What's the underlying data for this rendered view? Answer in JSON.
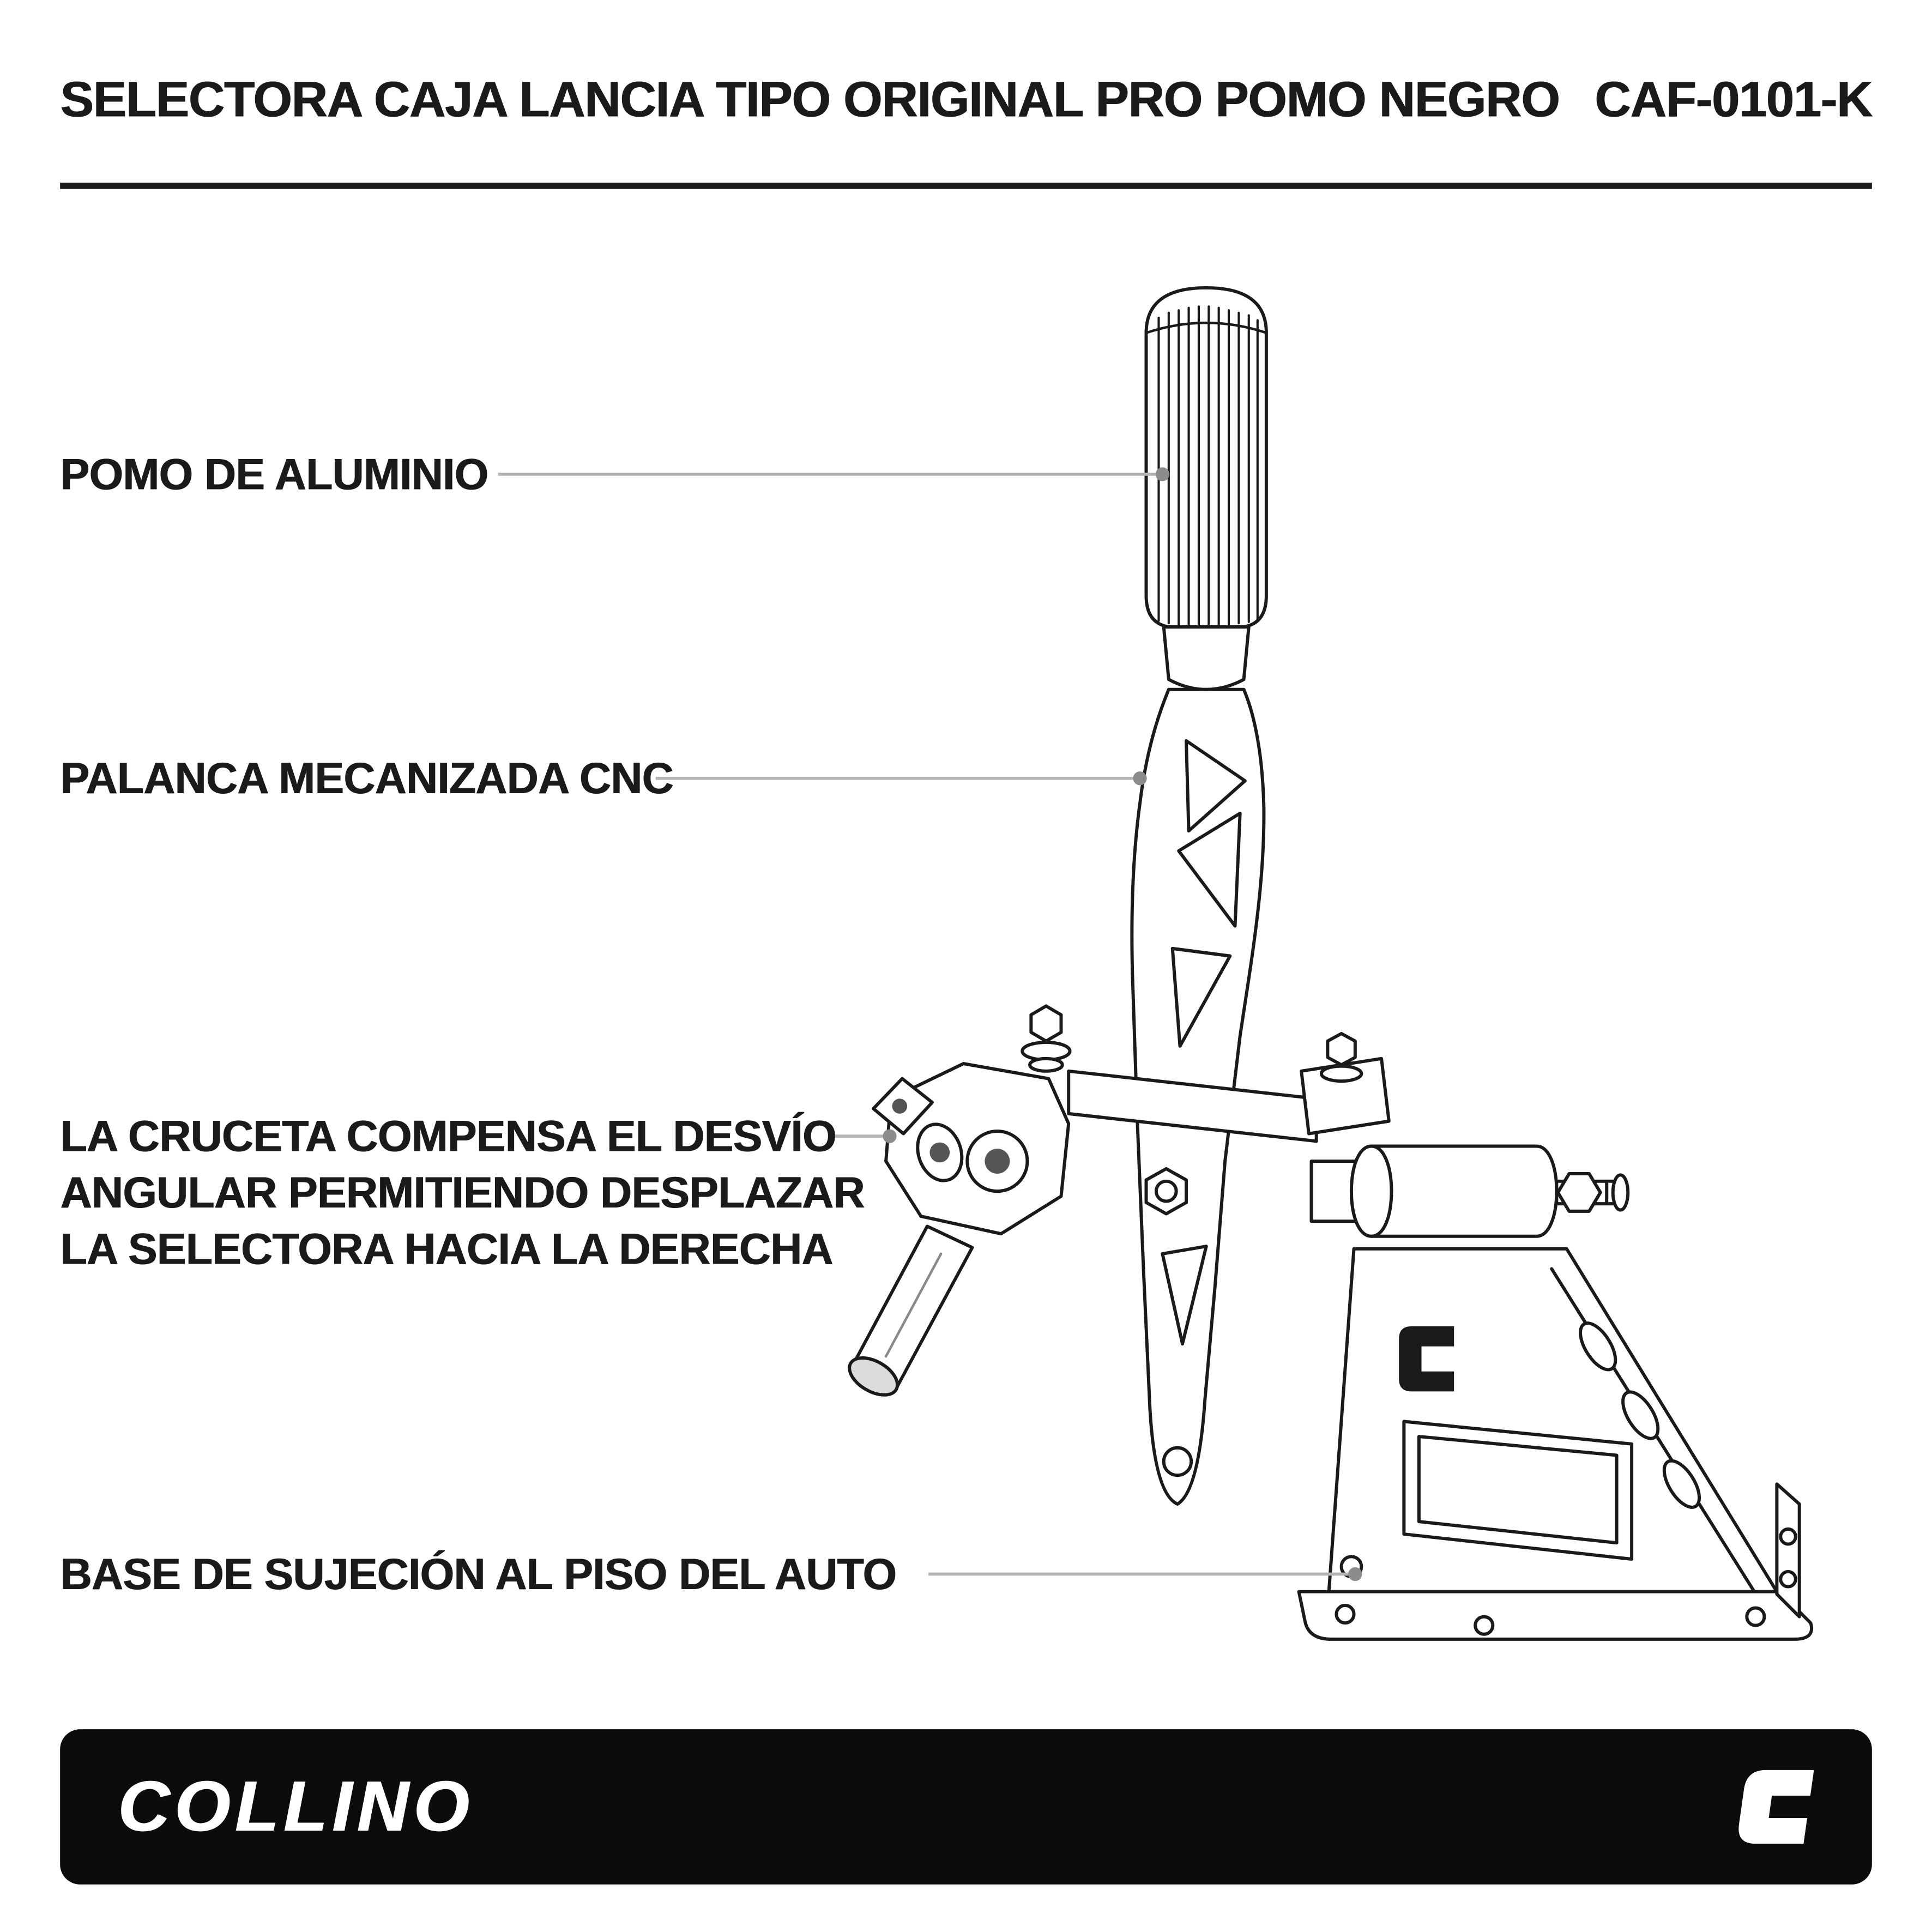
{
  "header": {
    "title": "SELECTORA CAJA LANCIA TIPO ORIGINAL PRO POMO NEGRO",
    "code": "CAF-0101-K"
  },
  "annotations": {
    "pomo": {
      "text": "POMO DE ALUMINIO"
    },
    "palanca": {
      "text": "PALANCA MECANIZADA CNC"
    },
    "cruceta": {
      "line1": "LA CRUCETA COMPENSA EL DESVÍO",
      "line2": "ANGULAR PERMITIENDO DESPLAZAR",
      "line3": "LA SELECTORA HACIA LA DERECHA"
    },
    "base": {
      "text": "BASE DE SUJECIÓN AL PISO DEL AUTO"
    }
  },
  "footer": {
    "brand": "COLLINO",
    "logo_glyph": "C"
  },
  "colors": {
    "ink": "#1a1a1a",
    "leader": "#b5b5b5",
    "leader-dot": "#8c8c8c",
    "footer-bg": "#0c0c0c",
    "paper": "#ffffff"
  }
}
